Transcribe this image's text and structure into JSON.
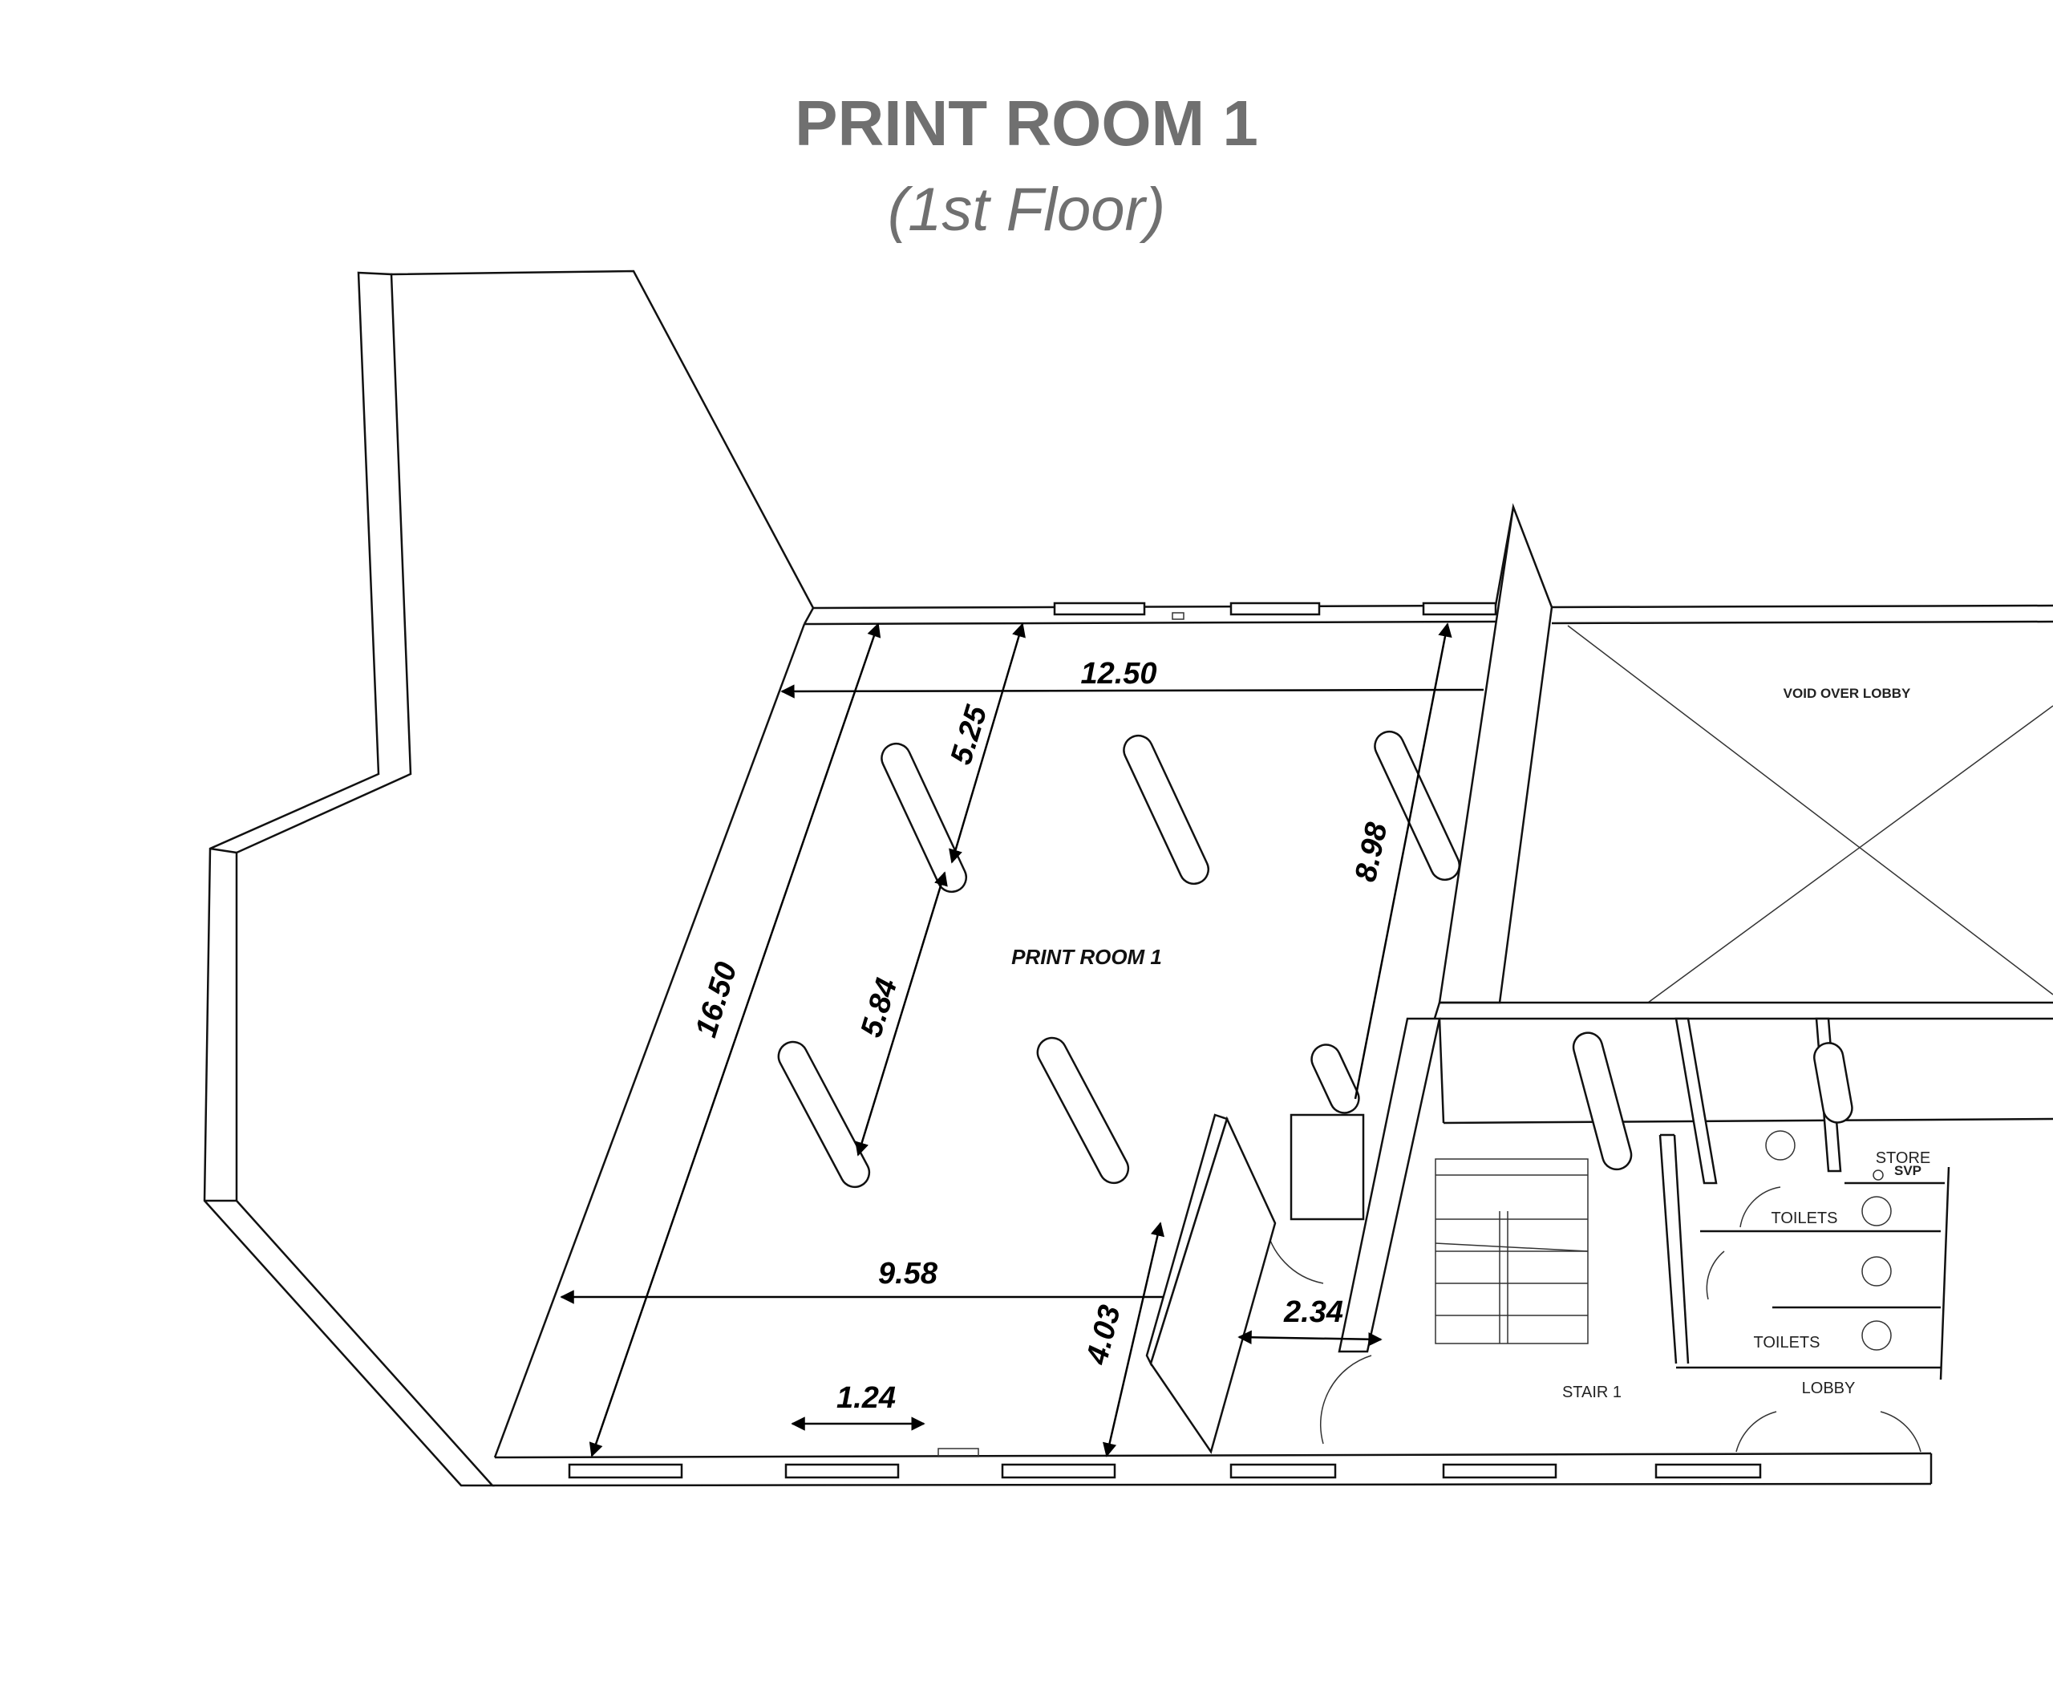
{
  "title": "PRINT ROOM 1",
  "subtitle": "(1st Floor)",
  "rooms": {
    "print_room": "PRINT ROOM 1",
    "void": "VOID OVER LOBBY",
    "stair": "STAIR 1",
    "store": "STORE",
    "svp": "SVP",
    "toilets_upper": "TOILETS",
    "toilets_lower": "TOILETS",
    "lobby": "LOBBY"
  },
  "dimensions": {
    "width_top": "12.50",
    "length_left": "16.50",
    "col_top": "5.25",
    "col_mid": "5.84",
    "right_side": "8.98",
    "width_bottom": "9.58",
    "bottom_right": "4.03",
    "corridor": "2.34",
    "window": "1.24"
  },
  "colors": {
    "title": "#707070",
    "lines": "#111111"
  }
}
